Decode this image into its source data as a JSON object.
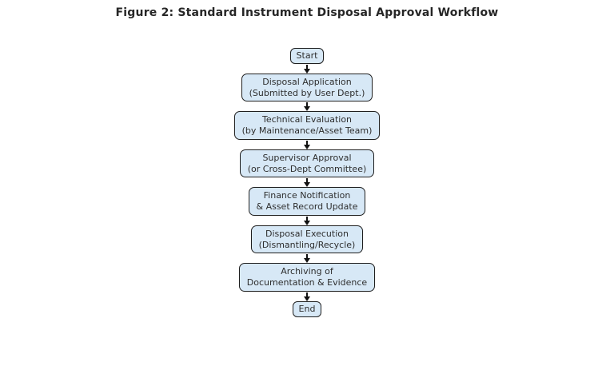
{
  "title": "Figure 2: Standard Instrument Disposal Approval Workflow",
  "flow": {
    "nodes": [
      {
        "id": "start",
        "type": "terminal",
        "label": "Start"
      },
      {
        "id": "disposal-application",
        "type": "process",
        "label": "Disposal Application\n(Submitted by User Dept.)"
      },
      {
        "id": "technical-evaluation",
        "type": "process",
        "label": "Technical Evaluation\n(by Maintenance/Asset Team)"
      },
      {
        "id": "supervisor-approval",
        "type": "process",
        "label": "Supervisor Approval\n(or Cross-Dept Committee)"
      },
      {
        "id": "finance-notification",
        "type": "process",
        "label": "Finance Notification\n& Asset Record Update"
      },
      {
        "id": "disposal-execution",
        "type": "process",
        "label": "Disposal Execution\n(Dismantling/Recycle)"
      },
      {
        "id": "archiving",
        "type": "process",
        "label": "Archiving of\nDocumentation & Evidence"
      },
      {
        "id": "end",
        "type": "terminal",
        "label": "End"
      }
    ],
    "connector": "down-arrow"
  },
  "colors": {
    "node_fill": "#d7e8f6",
    "node_border": "#1f1f1f",
    "arrow": "#111111",
    "text": "#2e2e2e",
    "title": "#262626",
    "bg": "#ffffff"
  }
}
